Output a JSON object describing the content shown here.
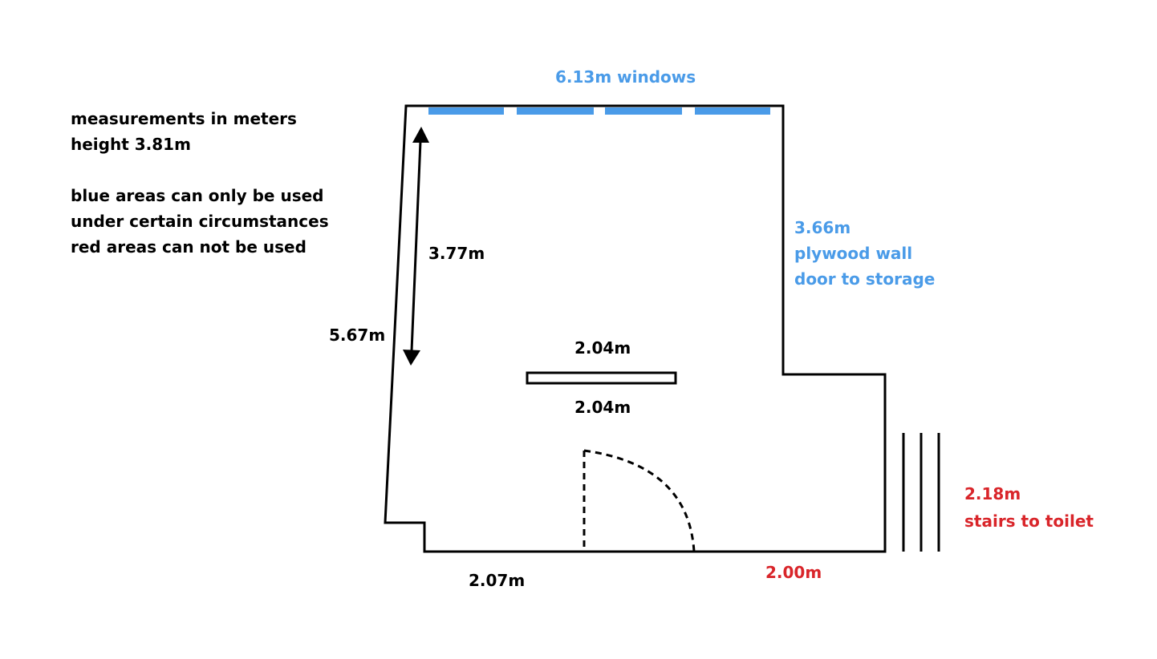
{
  "notes": {
    "line1": "measurements in meters",
    "line2": "height 3.81m",
    "line3": "blue areas can only be used",
    "line4": "under certain circumstances",
    "line5": "red areas can not be used"
  },
  "labels": {
    "windows": "6.13m  windows",
    "right_wall_length": "3.66m",
    "right_wall_material": "plywood wall",
    "right_wall_door": "door to storage",
    "inner_arrow": "3.77m",
    "left_wall": "5.67m",
    "partition_top": "2.04m",
    "partition_bottom": "2.04m",
    "bottom_left": "2.07m",
    "bottom_right": "2.00m",
    "stairs_length": "2.18m",
    "stairs_label": "stairs to toilet"
  },
  "colors": {
    "blue": "#4a9be8",
    "red": "#d9252a",
    "wall": "#000000"
  }
}
